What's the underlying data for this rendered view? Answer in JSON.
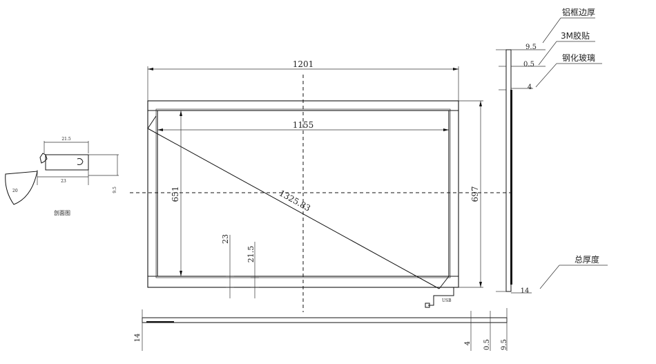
{
  "dimensions": {
    "outer_width": "1201",
    "inner_width": "1155",
    "diagonal": "1325.83",
    "inner_height": "651",
    "outer_height": "697",
    "frame_border": "23",
    "glass_inset": "21.5",
    "side_frame_total": "9.5",
    "side_tape": "0.5",
    "side_glass": "4",
    "side_depth": "14",
    "bottom_depth": "14",
    "bottom_glass": "4",
    "bottom_tape": "0.5",
    "bottom_total": "9.5"
  },
  "section": {
    "top_width": "21.5",
    "bottom_width": "23",
    "height": "9.5",
    "radius": "20",
    "caption": "剖面图"
  },
  "callouts": {
    "frame_thickness": "铝框边厚",
    "tape": "3M胶贴",
    "glass": "钢化玻璃",
    "total_thickness": "总厚度"
  },
  "connector": {
    "label": "USB"
  }
}
